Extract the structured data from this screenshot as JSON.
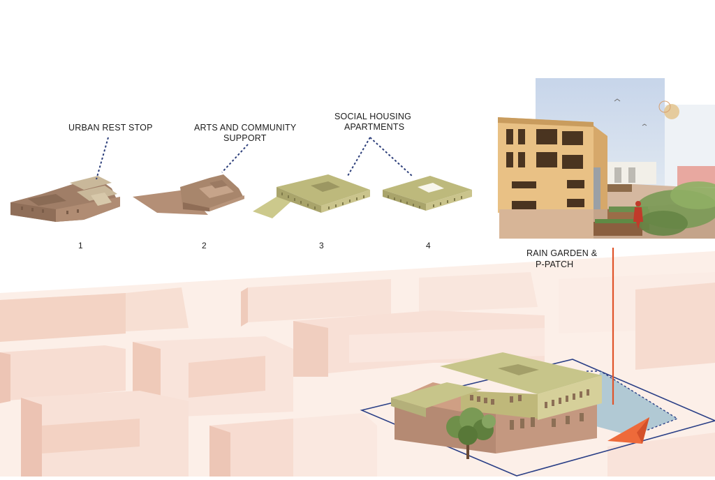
{
  "labels": {
    "urban_rest_stop": "URBAN REST STOP",
    "arts_line1": "ARTS AND COMMUNITY",
    "arts_line2": "SUPPORT",
    "housing_line1": "SOCIAL HOUSING",
    "housing_line2": "APARTMENTS",
    "rain_line1": "RAIN GARDEN &",
    "rain_line2": "P-PATCH"
  },
  "steps": [
    "1",
    "2",
    "3",
    "4"
  ],
  "colors": {
    "background": "#ffffff",
    "context_massing": "#f8e3da",
    "model_brown": "#a8866c",
    "model_olive": "#b9b57a",
    "leader_dashed": "#2c3e7a",
    "site_outline": "#2a3f86",
    "callout_line": "#e0542a",
    "rain_garden": "#a9c4d2"
  },
  "icons": [
    "tree-icon",
    "person-icon",
    "bird-icon",
    "sun-icon"
  ]
}
